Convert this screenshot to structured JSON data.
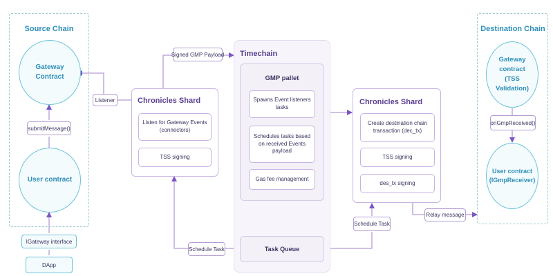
{
  "source_chain": {
    "title": "Source Chain",
    "gateway_contract": "Gateway\nContract",
    "submit_message": "submitMessage()",
    "user_contract": "User contract",
    "igateway_interface": "IGateway interface",
    "dapp": "DApp"
  },
  "destination_chain": {
    "title": "Destination Chain",
    "gateway_contract": "Gateway\ncontract\n(TSS\nValidation)",
    "on_gmp_received": "onGmpReceived()",
    "user_contract": "User contract\n(IGmpReceiver)"
  },
  "labels": {
    "listener": "Listener",
    "signed_gmp_payload": "Signed GMP Payload",
    "schedule_task_left": "Schedule Task",
    "schedule_task_right": "Schedule Task",
    "relay_message": "Relay message"
  },
  "shard_left": {
    "title": "Chronicles Shard",
    "listen": "Listen for Gateway Events\n(connectors)",
    "tss": "TSS signing"
  },
  "timechain": {
    "title": "Timechain",
    "pallet_title": "GMP pallet",
    "spawns": "Spawns Event listeners\ntasks",
    "schedules": "Schedules tasks based\non received Events\npayload",
    "gas": "Gas fee management",
    "task_queue": "Task Queue"
  },
  "shard_right": {
    "title": "Chronicles Shard",
    "create": "Create destination chain\ntransaction (dec_tx)",
    "tss": "TSS signing",
    "des_tx": "des_tx signing"
  },
  "colors": {
    "arrow": "#7b55c7",
    "line": "#b59bd4",
    "chain_border": "#9fc9d4",
    "chain_text": "#2f8fb8"
  }
}
